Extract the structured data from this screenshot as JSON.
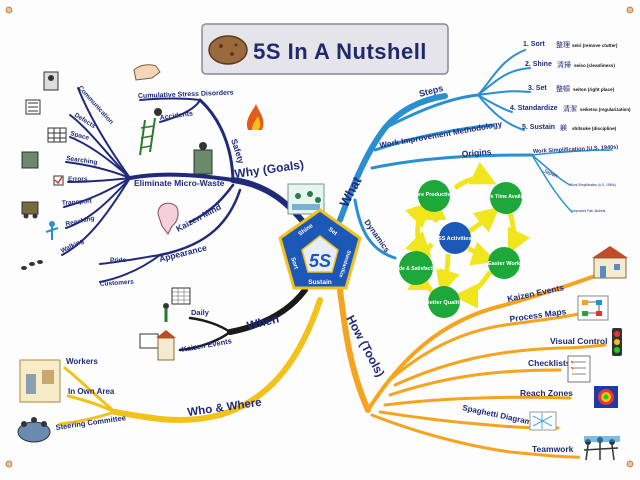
{
  "title": "5S In A Nutshell",
  "center": {
    "main": "5S",
    "ring": {
      "shine": "Shine",
      "set": "Set",
      "sort": "Sort",
      "standardize": "Standardize",
      "sustain": "Sustain"
    }
  },
  "branches": {
    "what": "What",
    "how": "How (Tools)",
    "why": "Why (Goals)",
    "when": "When",
    "who": "Who & Where"
  },
  "what": {
    "steps": "Steps",
    "step_items": [
      {
        "label": "1. Sort",
        "jp": "整理",
        "en": "seiri (remove clutter)"
      },
      {
        "label": "2. Shine",
        "jp": "清掃",
        "en": "seiso (cleanliness)"
      },
      {
        "label": "3. Set",
        "jp": "整頓",
        "en": "seiton (right place)"
      },
      {
        "label": "4. Standardize",
        "jp": "清潔",
        "en": "seiketsu (regularization)"
      },
      {
        "label": "5. Sustain",
        "jp": "躾",
        "en": "shitsuke (discipline)"
      }
    ],
    "methodology": "Work Improvement Methodology",
    "origins": "Origins",
    "origin_items": [
      "Work Simplification (U.S. 1940s)",
      "Japan",
      "Work Simplification (U.S. 1940s)",
      "Improved Fab Jackets"
    ],
    "dynamics": "Dynamics",
    "cycle": {
      "center": "5S Activities",
      "more_productivity": "More Productivity",
      "more_time": "More Time Available",
      "easier_work": "Easier Work",
      "better_quality": "Better Quality",
      "pride_satisfaction": "Pride & Satisfaction"
    }
  },
  "how": {
    "items": [
      "Kaizen Events",
      "Process Maps",
      "Visual Control",
      "Checklists",
      "Reach Zones",
      "Spaghetti Diagrams",
      "Teamwork"
    ]
  },
  "why": {
    "safety": "Safety",
    "cumulative": "Cumulative Stress Disorders",
    "accidents": "Accidents",
    "eliminate": "Eliminate Micro-Waste",
    "waste_items": [
      "Communication",
      "Defects",
      "Space",
      "Searching",
      "Errors",
      "Transport",
      "Reaching",
      "Walking"
    ],
    "kaizen_mind": "Kaizen Mind",
    "appearance": "Appearance",
    "pride": "Pride",
    "customers": "Customers"
  },
  "when": {
    "daily": "Daily",
    "kaizen_events": "Kaizen Events"
  },
  "who": {
    "workers": "Workers",
    "own_area": "In Own Area",
    "steering": "Steering Committee"
  },
  "colors": {
    "what": "#2a8fd0",
    "how": "#f5a41f",
    "why": "#1f2a7a",
    "when": "#1a1a1a",
    "who": "#f2c21b",
    "center": "#1c58b8",
    "cycle_green": "#1fa83a",
    "cycle_yellow": "#f1e61d"
  }
}
